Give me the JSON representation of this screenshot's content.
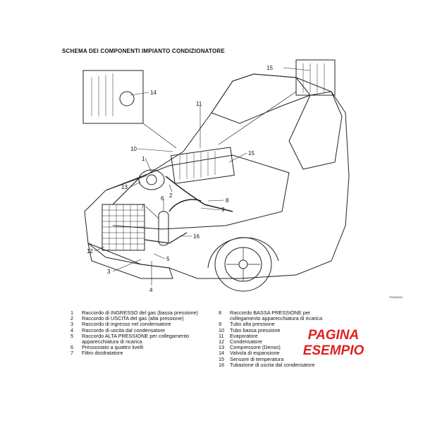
{
  "header": {
    "title": "SCHEMA DEI COMPONENTI IMPIANTO CONDIZIONATORE"
  },
  "figure_code": "P39SBA000",
  "callouts": [
    "15",
    "14",
    "11",
    "10",
    "1",
    "15",
    "13",
    "2",
    "8",
    "6",
    "7",
    "9",
    "16",
    "12",
    "3",
    "5",
    "4"
  ],
  "legend": {
    "left": [
      {
        "num": "1",
        "text": "Raccordo di INGRESSO del gas (bassa pressione)"
      },
      {
        "num": "2",
        "text": "Raccordo di USCITA del gas (alta pressione)"
      },
      {
        "num": "3",
        "text": "Raccordo di ingresso nel condensatore"
      },
      {
        "num": "4",
        "text": "Raccordo di uscita dal condensatore"
      },
      {
        "num": "5",
        "text": "Raccordo ALTA PRESSIONE per collegamento apparecchiatura di ricarica"
      },
      {
        "num": "6",
        "text": "Pressostato a quattro livelli"
      },
      {
        "num": "7",
        "text": "Filtro disidratatore"
      }
    ],
    "right": [
      {
        "num": "8",
        "text": "Raccordo BASSA PRESSIONE per collegamento apparecchiatura di ricarica"
      },
      {
        "num": "9",
        "text": "Tubo alta pressione"
      },
      {
        "num": "10",
        "text": "Tubo bassa pressione"
      },
      {
        "num": "11",
        "text": "Evaporatore"
      },
      {
        "num": "12",
        "text": "Condensatore"
      },
      {
        "num": "13",
        "text": "Compressore (Denso)"
      },
      {
        "num": "14",
        "text": "Valvola di espansione"
      },
      {
        "num": "15",
        "text": "Sensore di temperatura"
      },
      {
        "num": "16",
        "text": "Tubazione di uscita dal condensatore"
      }
    ]
  },
  "watermark": {
    "line1": "PAGINA",
    "line2": "ESEMPIO",
    "color": "#e02020"
  }
}
